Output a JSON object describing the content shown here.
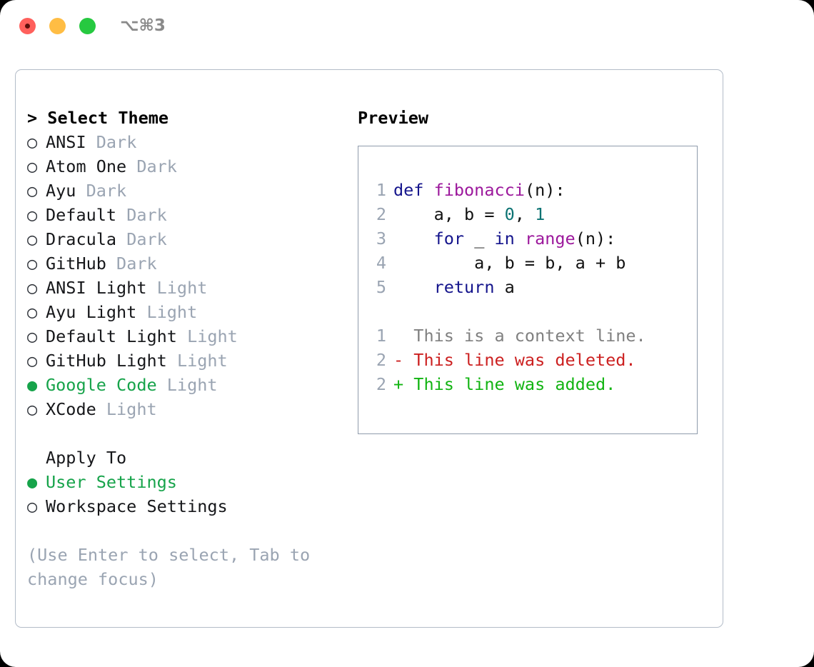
{
  "titlebar": {
    "shortcut": "⌥⌘3",
    "lights": [
      {
        "name": "close",
        "color": "#ff605c"
      },
      {
        "name": "minimize",
        "color": "#ffbd44"
      },
      {
        "name": "maximize",
        "color": "#26c940"
      }
    ]
  },
  "left": {
    "header": "> Select Theme",
    "bullet_selected": "●",
    "bullet_unselected": "○",
    "themes": [
      {
        "name": "ANSI",
        "variant": "Dark",
        "selected": false
      },
      {
        "name": "Atom One",
        "variant": "Dark",
        "selected": false
      },
      {
        "name": "Ayu",
        "variant": "Dark",
        "selected": false
      },
      {
        "name": "Default",
        "variant": "Dark",
        "selected": false
      },
      {
        "name": "Dracula",
        "variant": "Dark",
        "selected": false
      },
      {
        "name": "GitHub",
        "variant": "Dark",
        "selected": false
      },
      {
        "name": "ANSI Light",
        "variant": "Light",
        "selected": false
      },
      {
        "name": "Ayu Light",
        "variant": "Light",
        "selected": false
      },
      {
        "name": "Default Light",
        "variant": "Light",
        "selected": false
      },
      {
        "name": "GitHub Light",
        "variant": "Light",
        "selected": false
      },
      {
        "name": "Google Code",
        "variant": "Light",
        "selected": true
      },
      {
        "name": "XCode",
        "variant": "Light",
        "selected": false
      }
    ],
    "apply_header": "Apply To",
    "apply_options": [
      {
        "name": "User Settings",
        "selected": true
      },
      {
        "name": "Workspace Settings",
        "selected": false
      }
    ],
    "help_text": "(Use Enter to select, Tab to change focus)"
  },
  "right": {
    "preview_title": "Preview",
    "code_lines": [
      {
        "num": "1",
        "tokens": [
          {
            "t": "def ",
            "c": "kw"
          },
          {
            "t": "fibonacci",
            "c": "fn"
          },
          {
            "t": "(n):",
            "c": "pl"
          }
        ]
      },
      {
        "num": "2",
        "tokens": [
          {
            "t": "    a, b = ",
            "c": "pl"
          },
          {
            "t": "0",
            "c": "num"
          },
          {
            "t": ", ",
            "c": "pl"
          },
          {
            "t": "1",
            "c": "num"
          }
        ]
      },
      {
        "num": "3",
        "tokens": [
          {
            "t": "    ",
            "c": "pl"
          },
          {
            "t": "for",
            "c": "kw"
          },
          {
            "t": " _ ",
            "c": "pl"
          },
          {
            "t": "in",
            "c": "kw"
          },
          {
            "t": " ",
            "c": "pl"
          },
          {
            "t": "range",
            "c": "fn"
          },
          {
            "t": "(n):",
            "c": "pl"
          }
        ]
      },
      {
        "num": "4",
        "tokens": [
          {
            "t": "        a, b = b, a + b",
            "c": "pl"
          }
        ]
      },
      {
        "num": "5",
        "tokens": [
          {
            "t": "    ",
            "c": "pl"
          },
          {
            "t": "return",
            "c": "kw"
          },
          {
            "t": " a",
            "c": "pl"
          }
        ]
      }
    ],
    "diff_lines": [
      {
        "num": "1",
        "marker": "  ",
        "text": "This is a context line.",
        "kind": "ctx"
      },
      {
        "num": "2",
        "marker": "- ",
        "text": "This line was deleted.",
        "kind": "del"
      },
      {
        "num": "2",
        "marker": "+ ",
        "text": "This line was added.",
        "kind": "add"
      }
    ]
  },
  "colors": {
    "accent_green": "#16a34a",
    "muted": "#9aa4b2",
    "keyword": "#14148c",
    "function": "#9c189c",
    "number": "#0c7373",
    "diff_add": "#12b412",
    "diff_del": "#cc2020",
    "border": "#b3bcc8"
  }
}
